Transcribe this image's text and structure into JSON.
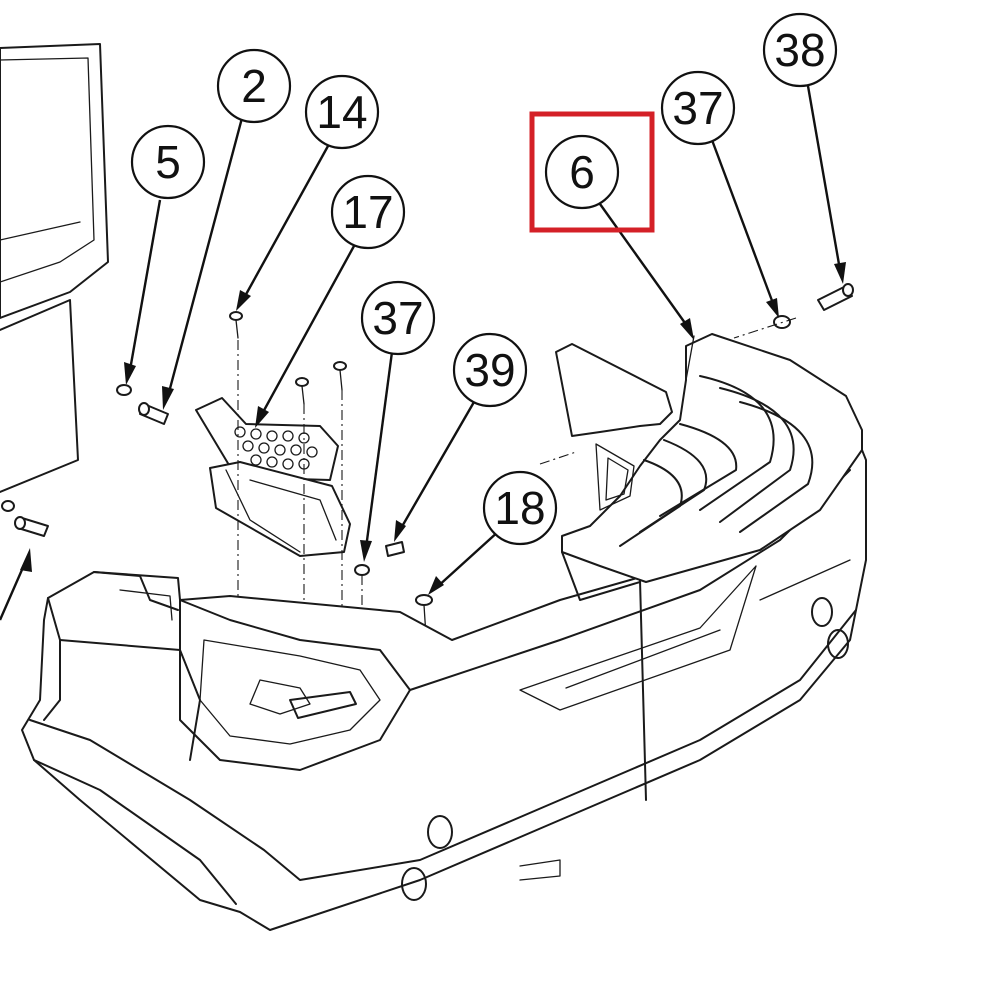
{
  "diagram": {
    "callouts": [
      {
        "id": "c2",
        "label": "2"
      },
      {
        "id": "c5",
        "label": "5"
      },
      {
        "id": "c14",
        "label": "14"
      },
      {
        "id": "c17",
        "label": "17"
      },
      {
        "id": "c37a",
        "label": "37"
      },
      {
        "id": "c39",
        "label": "39"
      },
      {
        "id": "c18",
        "label": "18"
      },
      {
        "id": "c6",
        "label": "6"
      },
      {
        "id": "c37b",
        "label": "37"
      },
      {
        "id": "c38",
        "label": "38"
      }
    ],
    "highlight": {
      "callout": "6",
      "color": "#d42027"
    }
  }
}
